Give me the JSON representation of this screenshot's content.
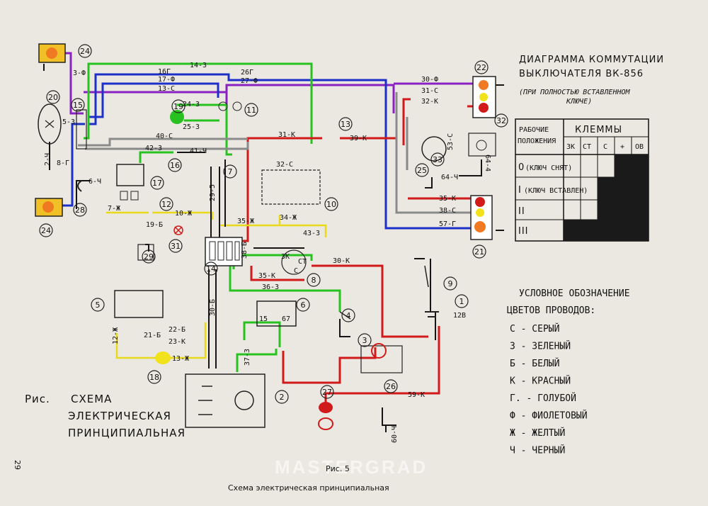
{
  "diagram_title": {
    "line1": "ДИАГРАММА КОММУТАЦИИ",
    "line2": "ВЫКЛЮЧАТЕЛЯ ВК-856",
    "note_line1": "(ПРИ ПОЛНОСТЬЮ ВСТАВЛЕННОМ",
    "note_line2": "КЛЮЧЕ)"
  },
  "switch_table": {
    "header_left_1": "РАБОЧИЕ",
    "header_left_2": "ПОЛОЖЕНИЯ",
    "header_group": "КЛЕММЫ",
    "columns": [
      "ЗК",
      "СТ",
      "С",
      "+",
      "ОВ"
    ],
    "rows": [
      {
        "label": "0",
        "note": "(КЛЮЧ СНЯТ)"
      },
      {
        "label": "I",
        "note": "(КЛЮЧ ВСТАВЛЕН)"
      },
      {
        "label": "II",
        "note": ""
      },
      {
        "label": "III",
        "note": ""
      }
    ]
  },
  "legend": {
    "heading1": "УСЛОВНОЕ ОБОЗНАЧЕНИЕ",
    "heading2": "ЦВЕТОВ ПРОВОДОВ:",
    "items": [
      {
        "code": "С",
        "name": "СЕРЫЙ"
      },
      {
        "code": "З",
        "name": "ЗЕЛЕНЫЙ"
      },
      {
        "code": "Б",
        "name": "БЕЛЫЙ"
      },
      {
        "code": "К",
        "name": "КРАСНЫЙ"
      },
      {
        "code": "Г.",
        "name": "ГОЛУБОЙ"
      },
      {
        "code": "Ф",
        "name": "ФИОЛЕТОВЫЙ"
      },
      {
        "code": "Ж",
        "name": "ЖЕЛТЫЙ"
      },
      {
        "code": "Ч",
        "name": "ЧЕРНЫЙ"
      }
    ]
  },
  "caption": {
    "prefix": "Рис.",
    "line1": "СХЕМА",
    "line2": "ЭЛЕКТРИЧЕСКАЯ",
    "line3": "ПРИНЦИПИАЛЬНАЯ",
    "figure": "Рис. 5",
    "bottom": "Схема электрическая принципиальная",
    "page_number": "29",
    "watermark": "MASTERGRAD"
  },
  "wire_labels": {
    "w14_3": "14-З",
    "w3_f": "3-Ф",
    "w16g": "16Г",
    "w17f": "17-Ф",
    "w13c": "13-С",
    "w26g": "26Г",
    "w27f": "27-Ф",
    "w30f": "30-Ф",
    "w31c": "31-С",
    "w32k": "32-К",
    "w24_3": "24-З",
    "w25_3": "25-З",
    "w5_3": "5-З",
    "w40c": "40-С",
    "w42_3": "42-З",
    "w41_4": "41-Ч",
    "w31k": "31-К",
    "w39k": "39-К",
    "w2_4": "2-Ч",
    "w8g": "8-Г",
    "w6_4": "6-Ч",
    "w7zh": "7-Ж",
    "w10zh": "10-Ж",
    "w19b": "19-Б",
    "w35zh": "35-Ж",
    "w43_3": "43-З",
    "w29_5": "29-5",
    "w32c": "32-С",
    "w34zh": "34-Ж",
    "w64_4": "64-Ч",
    "w53c": "53-С",
    "w64_4b": "64-4",
    "w35k": "35-К",
    "w38c": "38-С",
    "w57g": "57-Г",
    "w38b": "38-Б",
    "w35k2": "35-К",
    "w36_3": "36-З",
    "w30k": "30-К",
    "w22b": "22-Б",
    "w21b": "21-Б",
    "w23k": "23-К",
    "w12zh": "12-Ж",
    "w13zh": "13-Ж",
    "w30b": "30-Б",
    "w37_3": "37-З",
    "w59k": "59-К",
    "w60_4": "60-Ч",
    "w12b": "12В",
    "k15": "15",
    "k67": "67",
    "k3k": "ЗК",
    "kst": "СТ",
    "kc": "С"
  },
  "callouts": [
    "24",
    "15",
    "20",
    "19",
    "11",
    "7",
    "13",
    "16",
    "17",
    "12",
    "28",
    "24",
    "10",
    "31",
    "29",
    "14",
    "8",
    "5",
    "6",
    "4",
    "3",
    "18",
    "2",
    "27",
    "26",
    "1",
    "9",
    "22",
    "32",
    "25",
    "21",
    "33"
  ],
  "colors": {
    "red": "#d11a1a",
    "green": "#27c21f",
    "blue": "#1c2fc9",
    "purple": "#8a22c2",
    "gray": "#8a8a8a",
    "yellow": "#f2e21b",
    "black": "#151515",
    "paper": "#ebe8e1"
  }
}
